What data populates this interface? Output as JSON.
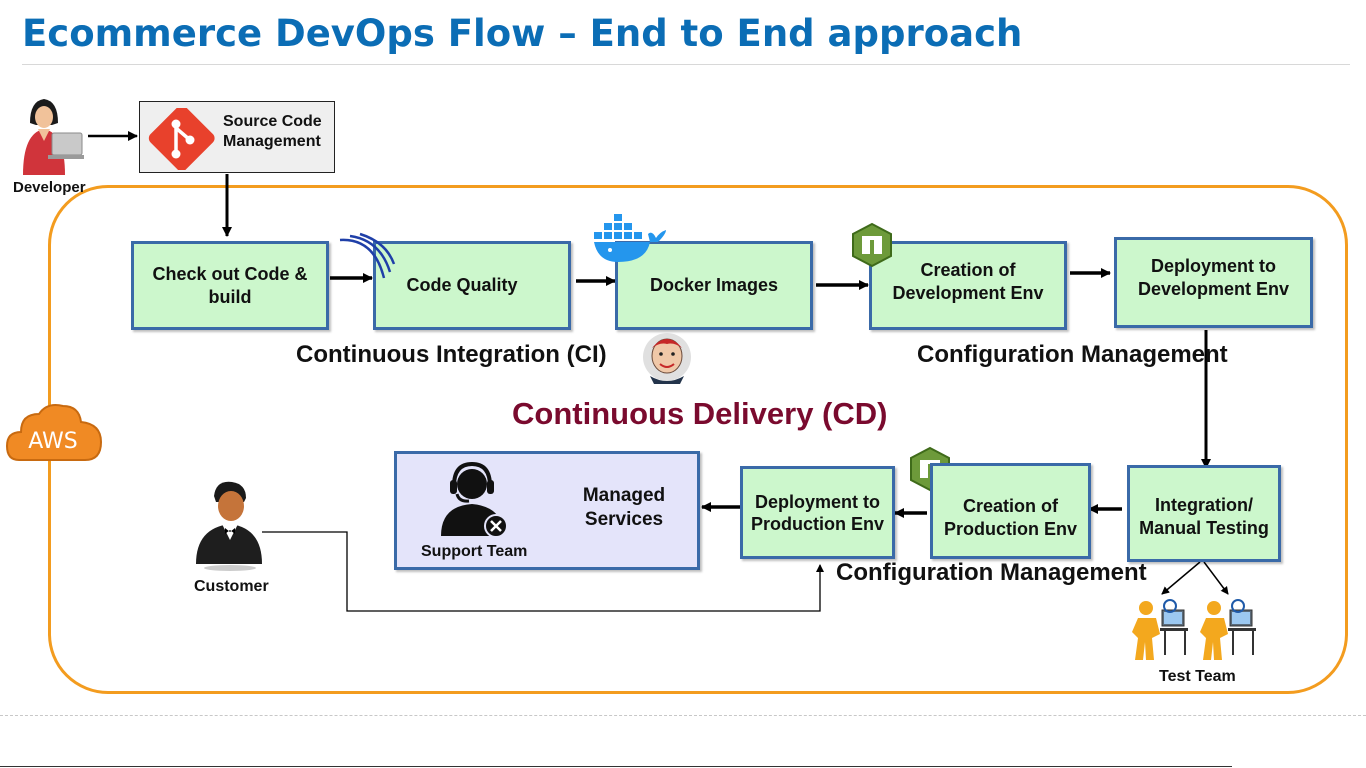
{
  "title": "Ecommerce DevOps Flow – End to End approach",
  "actors": {
    "developer": "Developer",
    "customer": "Customer",
    "test_team": "Test Team",
    "support_team": "Support Team"
  },
  "scm": {
    "label": "Source Code Management"
  },
  "ci_steps": {
    "checkout": "Check out Code  & build",
    "code_quality": "Code Quality",
    "docker": "Docker Images",
    "create_dev": "Creation of Development Env",
    "deploy_dev": "Deployment to Development Env"
  },
  "cd_steps": {
    "integration_testing": "Integration/ Manual Testing",
    "create_prod": "Creation of Production Env",
    "deploy_prod": "Deployment to Production Env",
    "managed_services": "Managed Services"
  },
  "sections": {
    "ci": "Continuous Integration (CI)",
    "config_top": "Configuration Management",
    "cd": "Continuous Delivery (CD)",
    "config_bottom": "Configuration Management"
  },
  "cloud": {
    "label": "AWS"
  },
  "colors": {
    "title": "#0b6db5",
    "step_fill": "#ccf7cc",
    "step_border": "#3a6aa8",
    "frame": "#f39c1f",
    "cd_label": "#7a0a2e",
    "managed_fill": "#e4e4fa"
  },
  "icons": [
    "developer-icon",
    "git-icon",
    "sonar-icon",
    "docker-icon",
    "jenkins-icon",
    "chef-icon",
    "aws-cloud-icon",
    "customer-icon",
    "support-headset-icon",
    "tester-icon"
  ]
}
